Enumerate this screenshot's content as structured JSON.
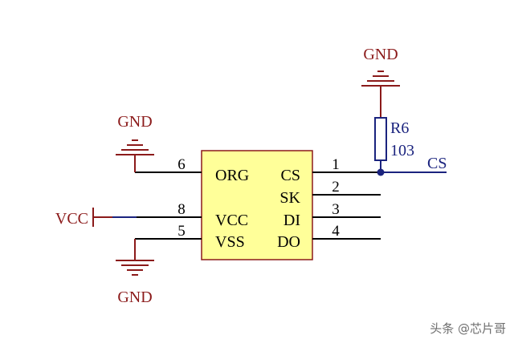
{
  "colors": {
    "wire": "#000000",
    "power_symbol": "#8b1a1a",
    "net_line": "#1a237e",
    "resistor": "#1a237e",
    "ic_fill": "#ffff99",
    "ic_border": "#8b1a1a",
    "text_dark": "#000000",
    "text_red": "#8b1a1a",
    "text_blue": "#1a237e"
  },
  "ic": {
    "pins": [
      {
        "number": "6",
        "label": "ORG",
        "side": "left"
      },
      {
        "number": "8",
        "label": "VCC",
        "side": "left"
      },
      {
        "number": "5",
        "label": "VSS",
        "side": "left"
      },
      {
        "number": "1",
        "label": "CS",
        "side": "right"
      },
      {
        "number": "2",
        "label": "SK",
        "side": "right"
      },
      {
        "number": "3",
        "label": "DI",
        "side": "right"
      },
      {
        "number": "4",
        "label": "DO",
        "side": "right"
      }
    ]
  },
  "resistor": {
    "designator": "R6",
    "value": "103"
  },
  "power": {
    "gnd_top": "GND",
    "gnd_org": "GND",
    "gnd_vss": "GND",
    "vcc": "VCC"
  },
  "net_labels": {
    "cs": "CS"
  },
  "watermark": "头条 @芯片哥"
}
